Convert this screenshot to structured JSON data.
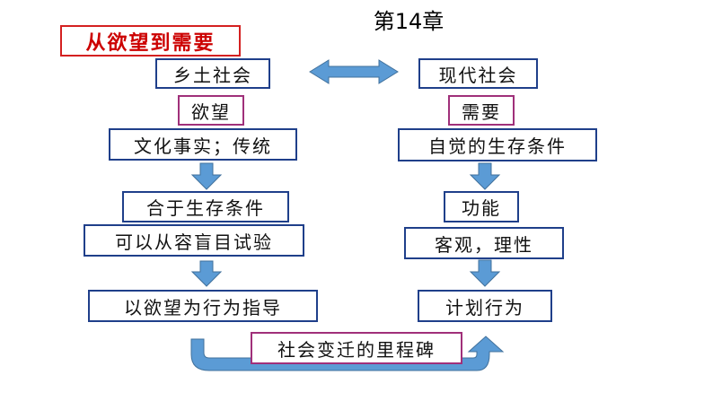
{
  "chapter_title": "第14章",
  "main_title": "从欲望到需要",
  "left": {
    "society": "乡土社会",
    "keyword": "欲望",
    "basis": "文化事实；传统",
    "result": "合于生存条件",
    "method": "可以从容盲目试验",
    "guide": "以欲望为行为指导"
  },
  "right": {
    "society": "现代社会",
    "keyword": "需要",
    "basis": "自觉的生存条件",
    "result": "功能",
    "method": "客观，理性",
    "guide": "计划行为"
  },
  "bottom_label": "社会变迁的里程碑",
  "colors": {
    "box_border": "#1f3f8a",
    "keyword_border": "#a0307a",
    "title_red": "#cc0000",
    "arrow_fill": "#5b9bd5"
  }
}
